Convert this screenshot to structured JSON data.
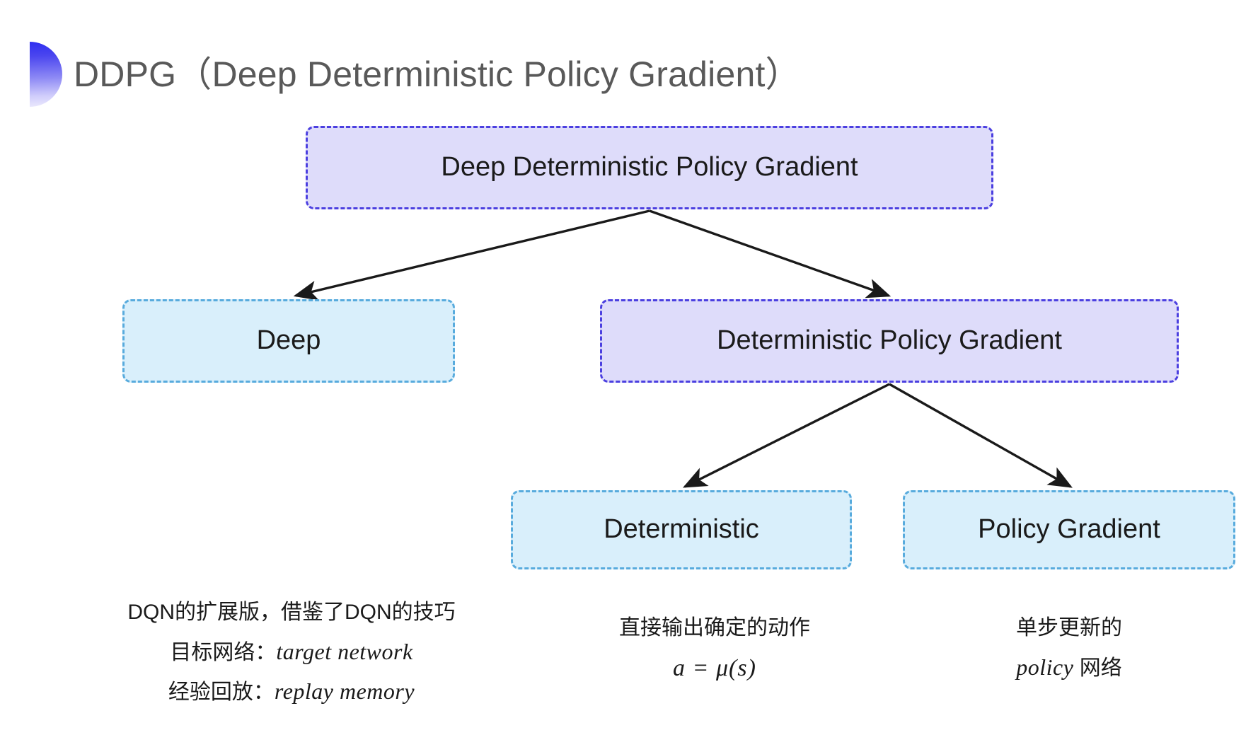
{
  "slide": {
    "background_color": "#ffffff",
    "title": "DDPG（Deep Deterministic Policy Gradient）",
    "bullet_gradient_from": "#2e2ef0",
    "bullet_gradient_to": "#eceafd",
    "title_color": "#595959"
  },
  "palette": {
    "purple_fill": "#dedcfa",
    "purple_border": "#4b3fe0",
    "cyan_fill": "#d9effb",
    "cyan_border": "#58abdd",
    "arrow_color": "#1a1a1a",
    "text_color": "#1a1a1a"
  },
  "diagram": {
    "nodes": [
      {
        "id": "root",
        "label": "Deep Deterministic Policy Gradient",
        "style": "purple"
      },
      {
        "id": "deep",
        "label": "Deep",
        "style": "cyan"
      },
      {
        "id": "dpg",
        "label": "Deterministic Policy Gradient",
        "style": "purple"
      },
      {
        "id": "det",
        "label": "Deterministic",
        "style": "cyan"
      },
      {
        "id": "pg",
        "label": "Policy Gradient",
        "style": "cyan"
      }
    ],
    "edges": [
      {
        "from": "root",
        "to": "deep",
        "arrowhead": true
      },
      {
        "from": "root",
        "to": "dpg",
        "arrowhead": true
      },
      {
        "from": "dpg",
        "to": "det",
        "arrowhead": true
      },
      {
        "from": "dpg",
        "to": "pg",
        "arrowhead": true
      }
    ]
  },
  "captions": {
    "deep": {
      "line1": "DQN的扩展版，借鉴了DQN的技巧",
      "line2_label": "目标网络：",
      "line2_term": "target network",
      "line3_label": "经验回放：",
      "line3_term": "replay memory"
    },
    "deterministic": {
      "line1": "直接输出确定的动作",
      "formula": "a = μ(s)"
    },
    "policy_gradient": {
      "line1": "单步更新的",
      "line2_term": "policy",
      "line2_suffix": " 网络"
    }
  }
}
